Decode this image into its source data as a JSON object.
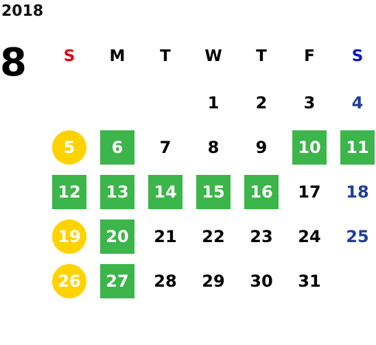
{
  "calendar": {
    "year": "2018",
    "month": "8",
    "weekdays": [
      {
        "label": "S",
        "color": "#e60012"
      },
      {
        "label": "M",
        "color": "#000000"
      },
      {
        "label": "T",
        "color": "#000000"
      },
      {
        "label": "W",
        "color": "#000000"
      },
      {
        "label": "T",
        "color": "#000000"
      },
      {
        "label": "F",
        "color": "#000000"
      },
      {
        "label": "S",
        "color": "#0011cc"
      }
    ],
    "legend_colors": {
      "green": "#3cb54a",
      "yellow": "#ffd300",
      "saturday_blue": "#1f3f95"
    },
    "weeks": [
      [
        null,
        null,
        null,
        {
          "day": "1",
          "style": "plain"
        },
        {
          "day": "2",
          "style": "plain"
        },
        {
          "day": "3",
          "style": "plain"
        },
        {
          "day": "4",
          "style": "blue"
        }
      ],
      [
        {
          "day": "5",
          "style": "yellow"
        },
        {
          "day": "6",
          "style": "green"
        },
        {
          "day": "7",
          "style": "plain"
        },
        {
          "day": "8",
          "style": "plain"
        },
        {
          "day": "9",
          "style": "plain"
        },
        {
          "day": "10",
          "style": "green"
        },
        {
          "day": "11",
          "style": "green"
        }
      ],
      [
        {
          "day": "12",
          "style": "green"
        },
        {
          "day": "13",
          "style": "green"
        },
        {
          "day": "14",
          "style": "green"
        },
        {
          "day": "15",
          "style": "green"
        },
        {
          "day": "16",
          "style": "green"
        },
        {
          "day": "17",
          "style": "plain"
        },
        {
          "day": "18",
          "style": "blue"
        }
      ],
      [
        {
          "day": "19",
          "style": "yellow"
        },
        {
          "day": "20",
          "style": "green"
        },
        {
          "day": "21",
          "style": "plain"
        },
        {
          "day": "22",
          "style": "plain"
        },
        {
          "day": "23",
          "style": "plain"
        },
        {
          "day": "24",
          "style": "plain"
        },
        {
          "day": "25",
          "style": "blue"
        }
      ],
      [
        {
          "day": "26",
          "style": "yellow"
        },
        {
          "day": "27",
          "style": "green"
        },
        {
          "day": "28",
          "style": "plain"
        },
        {
          "day": "29",
          "style": "plain"
        },
        {
          "day": "30",
          "style": "plain"
        },
        {
          "day": "31",
          "style": "plain"
        },
        null
      ]
    ]
  }
}
